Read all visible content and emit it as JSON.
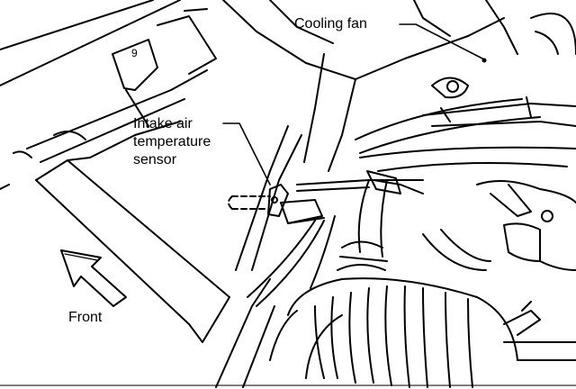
{
  "labels": {
    "cooling_fan": "Cooling fan",
    "sensor_line1": "Intake air",
    "sensor_line2": "temperature",
    "sensor_line3": "sensor",
    "front": "Front",
    "housing_mark": "9"
  },
  "colors": {
    "ink": "#000000",
    "paper": "#ffffff"
  }
}
